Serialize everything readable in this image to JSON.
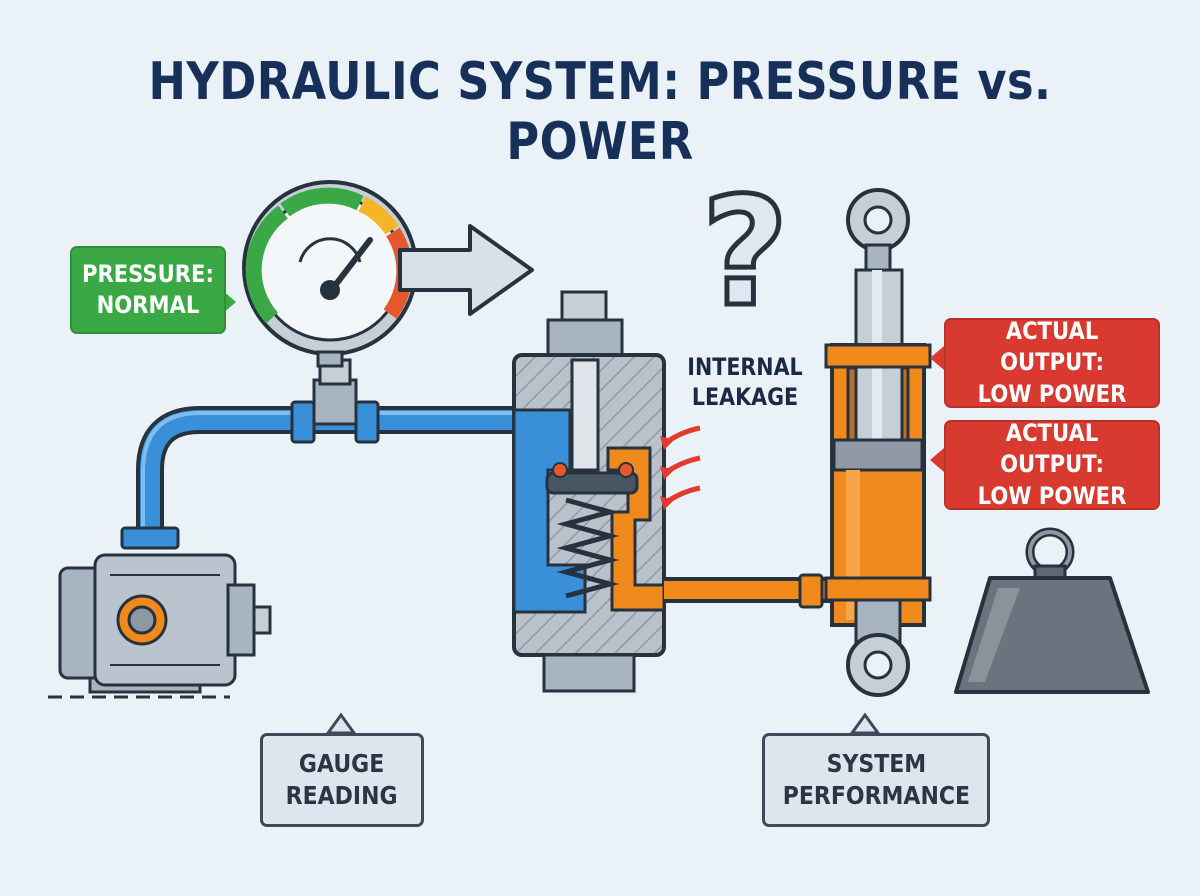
{
  "title": "HYDRAULIC SYSTEM: PRESSURE vs. POWER",
  "labels": {
    "pressure_line1": "PRESSURE:",
    "pressure_line2": "NORMAL",
    "leakage_line1": "INTERNAL",
    "leakage_line2": "LEAKAGE",
    "question": "?",
    "output1_line1": "ACTUAL OUTPUT:",
    "output1_line2": "LOW POWER",
    "output2_line1": "ACTUAL OUTPUT:",
    "output2_line2": "LOW POWER"
  },
  "captions": {
    "gauge_line1": "GAUGE",
    "gauge_line2": "READING",
    "system_line1": "SYSTEM",
    "system_line2": "PERFORMANCE"
  },
  "colors": {
    "title": "#16305a",
    "normal_green": "#3aa845",
    "warning_red": "#d83a30",
    "pipe_blue": "#3a8fd9",
    "oil_orange": "#f08a1c",
    "metal_gray": "#a8b4bf",
    "outline": "#27323f"
  },
  "icons": [
    "pressure-gauge-icon",
    "hydraulic-pump-icon",
    "relief-valve-icon",
    "hydraulic-cylinder-icon",
    "weight-icon",
    "flow-arrow-icon",
    "leak-arrows-icon",
    "question-mark-icon"
  ]
}
